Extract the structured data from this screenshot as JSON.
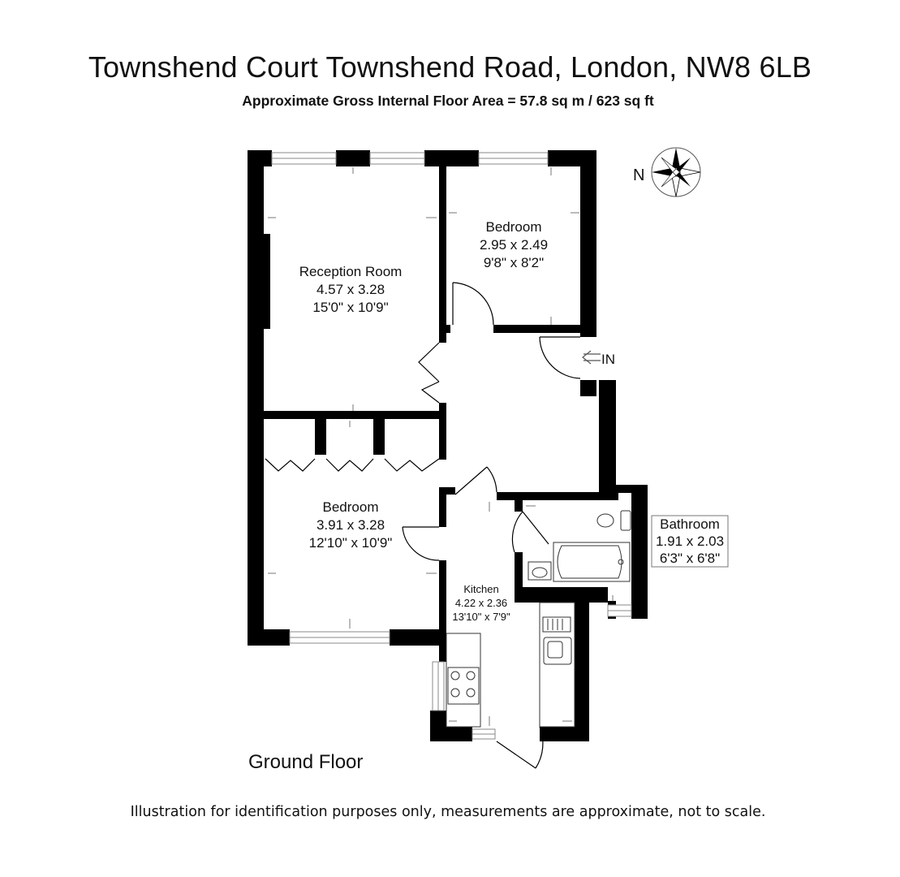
{
  "header": {
    "title": "Townshend Court Townshend Road, London, NW8 6LB",
    "subtitle": "Approximate Gross Internal Floor Area = 57.8 sq m / 623 sq ft"
  },
  "compass": {
    "label": "N"
  },
  "entrance": {
    "label": "IN"
  },
  "rooms": {
    "reception": {
      "name": "Reception Room",
      "metric": "4.57 x 3.28",
      "imperial": "15'0\" x 10'9\""
    },
    "bedroom_top": {
      "name": "Bedroom",
      "metric": "2.95 x 2.49",
      "imperial": "9'8\" x 8'2\""
    },
    "bedroom_bottom": {
      "name": "Bedroom",
      "metric": "3.91 x 3.28",
      "imperial": "12'10\" x 10'9\""
    },
    "kitchen": {
      "name": "Kitchen",
      "metric": "4.22 x 2.36",
      "imperial": "13'10\" x 7'9\""
    },
    "bathroom": {
      "name": "Bathroom",
      "metric": "1.91 x 2.03",
      "imperial": "6'3\" x 6'8\""
    }
  },
  "floor": {
    "name": "Ground Floor"
  },
  "footer": {
    "disclaimer": "Illustration for identification purposes only, measurements are approximate, not to scale."
  },
  "colors": {
    "wall": "#000000",
    "window": "#9a9a9a",
    "background": "#ffffff",
    "fixture": "#333333"
  }
}
